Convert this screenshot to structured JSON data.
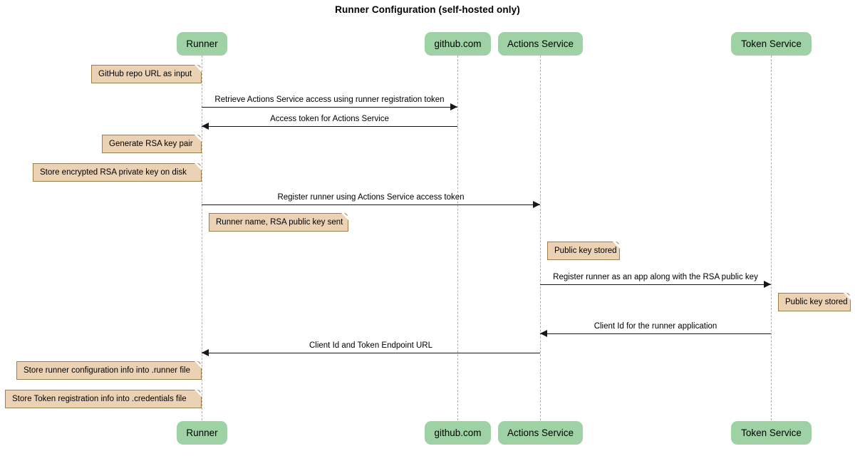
{
  "title": "Runner Configuration (self-hosted only)",
  "colors": {
    "participant_fill": "#9ED2A5",
    "note_fill": "#EBD2B4",
    "note_border": "#A08048",
    "line": "#181818",
    "lifeline": "#b0b0b0",
    "background": "#ffffff"
  },
  "participants": [
    {
      "id": "runner",
      "label": "Runner"
    },
    {
      "id": "github",
      "label": "github.com"
    },
    {
      "id": "actions",
      "label": "Actions Service"
    },
    {
      "id": "token",
      "label": "Token Service"
    }
  ],
  "messages": [
    {
      "id": "m1",
      "label": "Retrieve Actions Service access using runner registration token",
      "from": "runner",
      "to": "github",
      "direction": "right"
    },
    {
      "id": "m2",
      "label": "Access token for Actions Service",
      "from": "github",
      "to": "runner",
      "direction": "left"
    },
    {
      "id": "m3",
      "label": "Register runner using Actions Service access token",
      "from": "runner",
      "to": "actions",
      "direction": "right"
    },
    {
      "id": "m4",
      "label": "Register runner as an app along with the RSA public key",
      "from": "actions",
      "to": "token",
      "direction": "right"
    },
    {
      "id": "m5",
      "label": "Client Id for the runner application",
      "from": "token",
      "to": "actions",
      "direction": "left"
    },
    {
      "id": "m6",
      "label": "Client Id and Token Endpoint URL",
      "from": "actions",
      "to": "runner",
      "direction": "left"
    }
  ],
  "notes": [
    {
      "id": "n1",
      "label": "GitHub repo URL as input"
    },
    {
      "id": "n2",
      "label": "Generate RSA key pair"
    },
    {
      "id": "n3",
      "label": "Store encrypted RSA private key on disk"
    },
    {
      "id": "n4",
      "label": "Runner name, RSA public key sent"
    },
    {
      "id": "n5",
      "label": "Public key stored"
    },
    {
      "id": "n6",
      "label": "Public key stored"
    },
    {
      "id": "n7",
      "label": "Store runner configuration info into .runner file"
    },
    {
      "id": "n8",
      "label": "Store Token registration info into .credentials file"
    }
  ]
}
